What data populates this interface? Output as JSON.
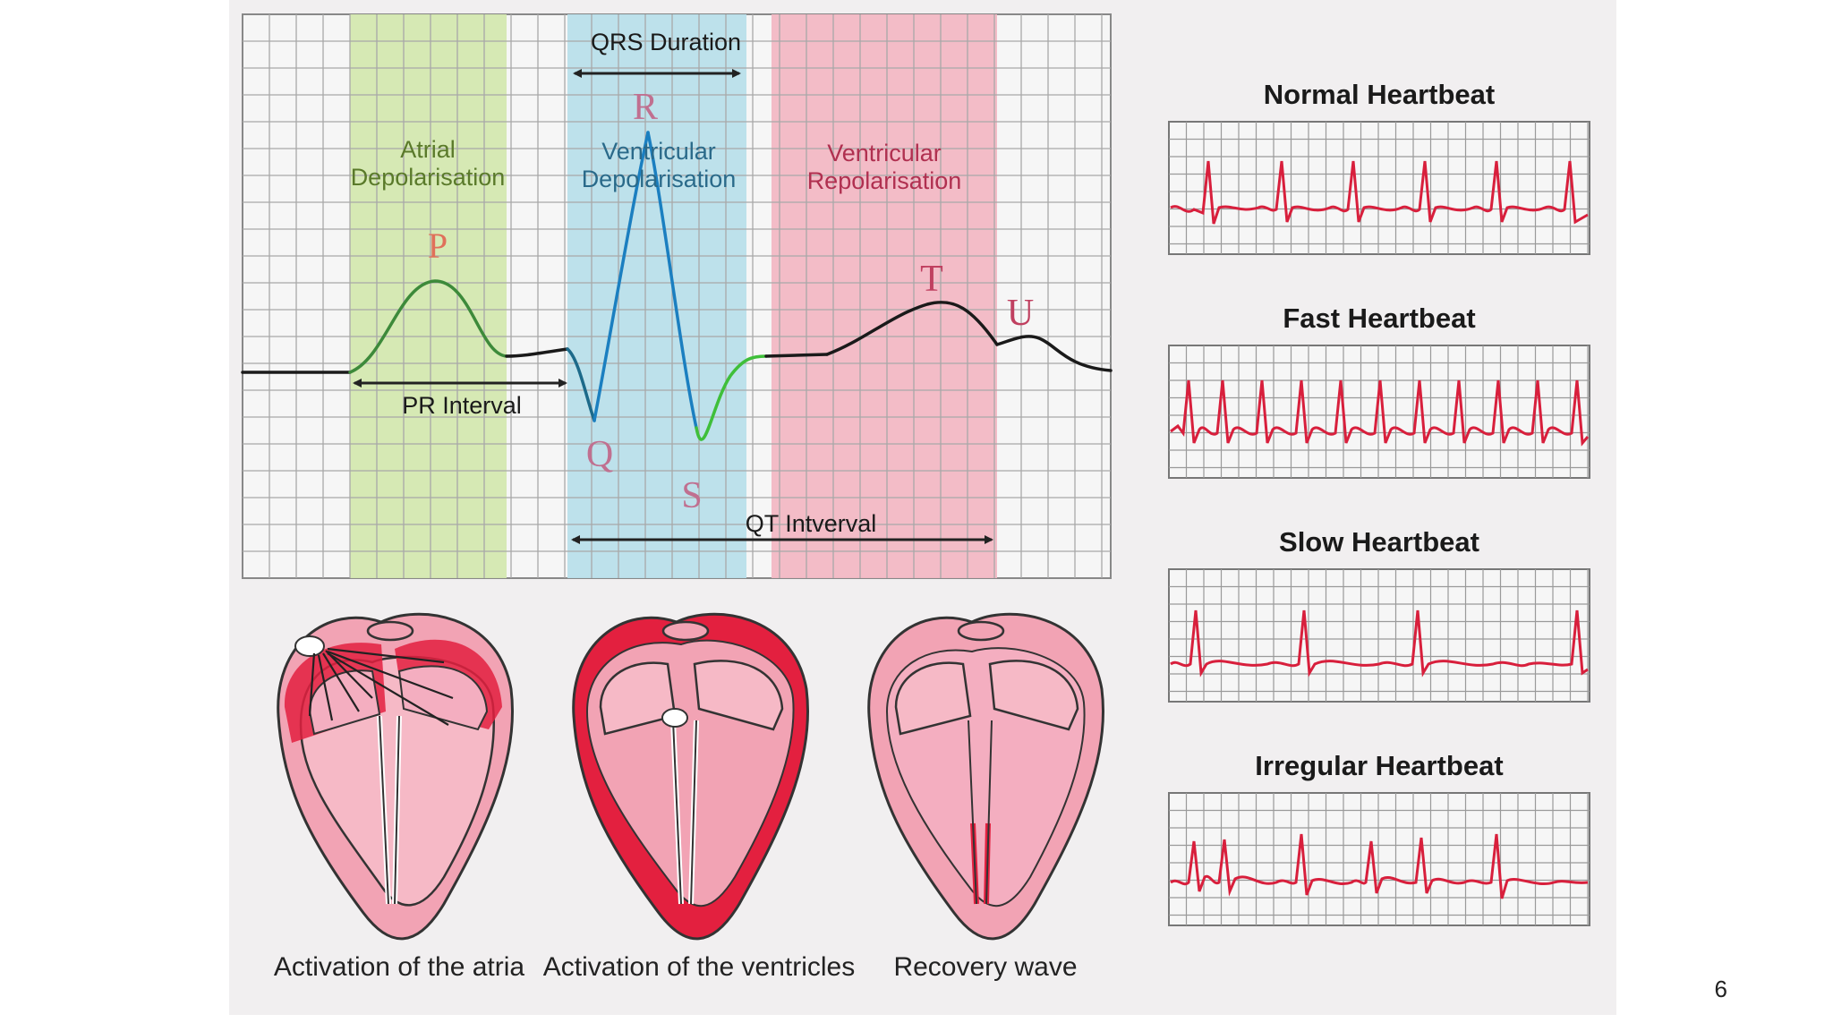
{
  "ecg": {
    "qrs_duration": "QRS Duration",
    "pr_interval": "PR Interval",
    "qt_interval": "QT Intverval",
    "zones": {
      "atrial": "Atrial\nDepolarisation",
      "ventricular_depol": "Ventricular\nDepolarisation",
      "ventricular_repol": "Ventricular\nRepolarisation"
    },
    "waves": {
      "p": "P",
      "q": "Q",
      "r": "R",
      "s": "S",
      "t": "T",
      "u": "U"
    }
  },
  "hearts": [
    {
      "caption": "Activation of the atria"
    },
    {
      "caption": "Activation of the ventricles"
    },
    {
      "caption": "Recovery wave"
    }
  ],
  "rhythms": [
    {
      "title": "Normal Heartbeat"
    },
    {
      "title": "Fast Heartbeat"
    },
    {
      "title": "Slow Heartbeat"
    },
    {
      "title": "Irregular Heartbeat"
    }
  ],
  "slide_number": "6",
  "colors": {
    "atrial_zone": "#d4e8b0",
    "ventricular_depol_zone": "#b9dfea",
    "ventricular_repol_zone": "#f2b8c4",
    "grid": "#a8a8a8",
    "trace_red": "#d81f3c",
    "heart_pink": "#f2a3b4",
    "heart_red": "#e3203f"
  }
}
